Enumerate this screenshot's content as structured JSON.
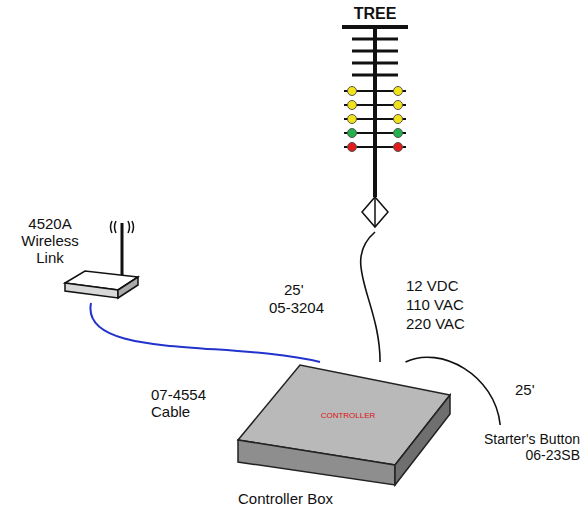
{
  "diagram": {
    "nodes": [
      {
        "text": [
          "TREE"
        ]
      },
      {
        "text": [
          "4520A Wireless Link"
        ]
      },
      {
        "text": [
          "CONTROLLER",
          "Controller Box"
        ]
      },
      {
        "text": [
          "Starter's Button 06-23SB"
        ]
      }
    ],
    "edges": [
      {
        "from": 0,
        "to": 2,
        "arrow": "none"
      },
      {
        "from": 1,
        "to": 2,
        "arrow": "none"
      },
      {
        "from": 2,
        "to": 3,
        "arrow": "none"
      }
    ],
    "labels": [
      "25'",
      "05-3204",
      "12 VDC",
      "110 VAC",
      "220 VAC",
      "07-4554 Cable",
      "25'"
    ]
  }
}
